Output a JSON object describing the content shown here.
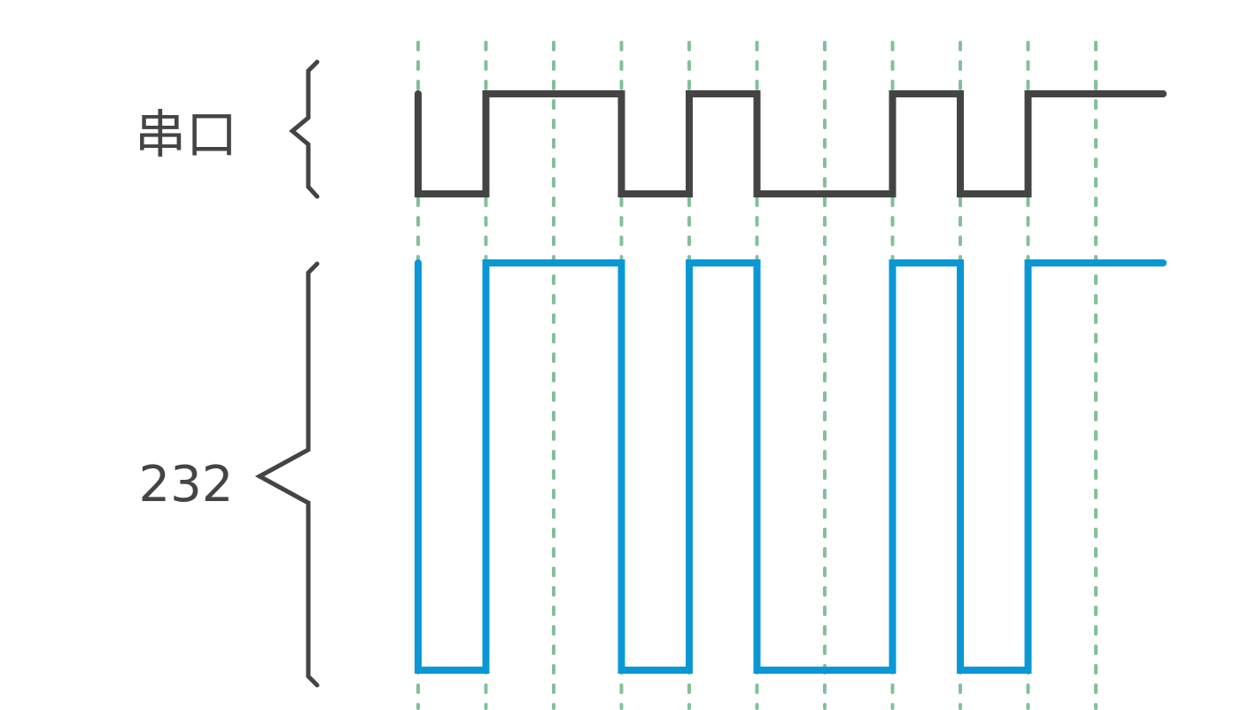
{
  "labels": {
    "serial": "串口",
    "rs232": "232"
  },
  "colors": {
    "serial_trace": "#444444",
    "rs232_trace": "#0998d4",
    "bit_grid": "#82c09a",
    "brace": "#444444",
    "label": "#444444"
  },
  "signals": {
    "bit_levels": [
      0,
      1,
      1,
      0,
      1,
      0,
      0,
      1,
      0,
      1,
      1
    ]
  }
}
